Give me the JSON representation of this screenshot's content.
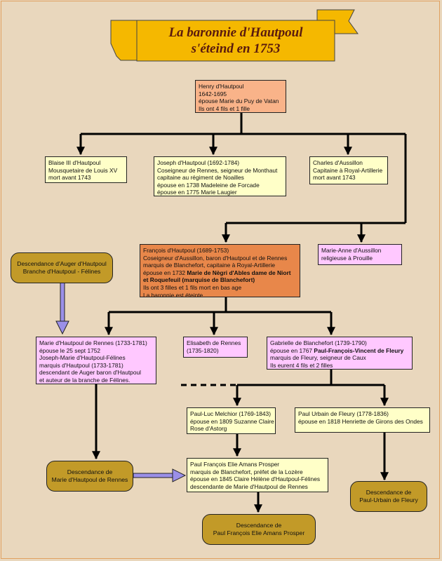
{
  "title": {
    "line1": "La baronnie d'Hautpoul",
    "line2": "s'éteind en 1753"
  },
  "colors": {
    "background": "#e9d7bd",
    "banner": "#f5b800",
    "box_yellow": "#ffffc8",
    "box_pink": "#ffc8ff",
    "box_salmon": "#f9b389",
    "box_orange": "#e8874a",
    "pill": "#c29a28",
    "arrow_lavender": "#9b8fe8"
  },
  "persons": {
    "henry": [
      "Henry d'Hautpoul",
      "1642-1695",
      "épouse Marie du Puy de Vatan",
      "Ils ont 4 fils et 1 fille"
    ],
    "blaise": [
      "Blaise III d'Hautpoul",
      "Mousquetaire de Louis XV",
      "mort avant 1743"
    ],
    "joseph": [
      "Joseph d'Hautpoul (1692-1784)",
      "Coseigneur de Rennes, seigneur de Monthaut",
      "capitaine au régiment de Noailles",
      "épouse en 1738 Madeleine de Forcade",
      "épouse en 1775 Marie Laugier"
    ],
    "charles": [
      "Charles d'Aussillon",
      "Capitaine à Royal-Artillerie",
      "mort avant 1743"
    ],
    "marie_anne": [
      "Marie-Anne d'Aussillon",
      "religieuse à Prouille"
    ],
    "francois": {
      "l1": "François d'Hautpoul (1689-1753)",
      "l2": "Coseigneur d'Aussillon, baron d'Hautpoul et de Rennes",
      "l3": "marquis de Blanchefort, capitaine à Royal-Artillerie",
      "l4a": "épouse en 1732 ",
      "l4b": "Marie de Nègri d'Ables dame de Niort",
      "l5": "et Roquefeuil  (marquise de Blanchefort)",
      "l6": "Ils ont 3 filles et 1 fils mort en bas age",
      "l7": "La baronnie est éteinte"
    },
    "marie_rennes": [
      "Marie d'Hautpoul de Rennes (1733-1781)",
      "épouse le 25 sept 1752",
      "Joseph-Marie d'Hautpoul-Félines",
      "marquis d'Hautpoul (1733-1781)",
      "descendant de Auger baron d'Hautpoul",
      "et auteur de la branche de Félines."
    ],
    "elisabeth": [
      "Elisabeth de Rennes",
      "(1735-1820)"
    ],
    "gabrielle": {
      "l1": "Gabrielle de Blanchefort (1739-1790)",
      "l2a": "épouse en 1767 ",
      "l2b": "Paul-François-Vincent de Fleury",
      "l3": "marquis de Fleury, seigneur de Caux",
      "l4": "Ils eurent 4 fils et 2 filles"
    },
    "paul_luc": [
      "Paul-Luc Melchior (1769-1843)",
      "épouse en 1809 Suzanne Claire",
      "Rose d'Astorg"
    ],
    "paul_urbain": [
      "Paul Urbain de Fleury (1778-1836)",
      "épouse en 1818 Henriette de Girons des Ondes"
    ],
    "paul_francois": [
      "Paul François Elie Amans Prosper",
      "marquis de Blanchefort, préfet de la Lozère",
      "épouse en 1845 Claire Hélène d'Hautpoul-Félines",
      "descendante de Marie d'Hautpoul de Rennes"
    ]
  },
  "descendances": {
    "auger": [
      "Descendance d'Auger d'Hautpoul",
      "Branche d'Hautpoul - Félines"
    ],
    "marie": [
      "Descendance de",
      "Marie d'Hautpoul de Rennes"
    ],
    "paul_francois": [
      "Descendance de",
      "Paul François Elie Amans Prosper"
    ],
    "paul_urbain": [
      "Descendance de",
      "Paul-Urbain de Fleury"
    ]
  }
}
